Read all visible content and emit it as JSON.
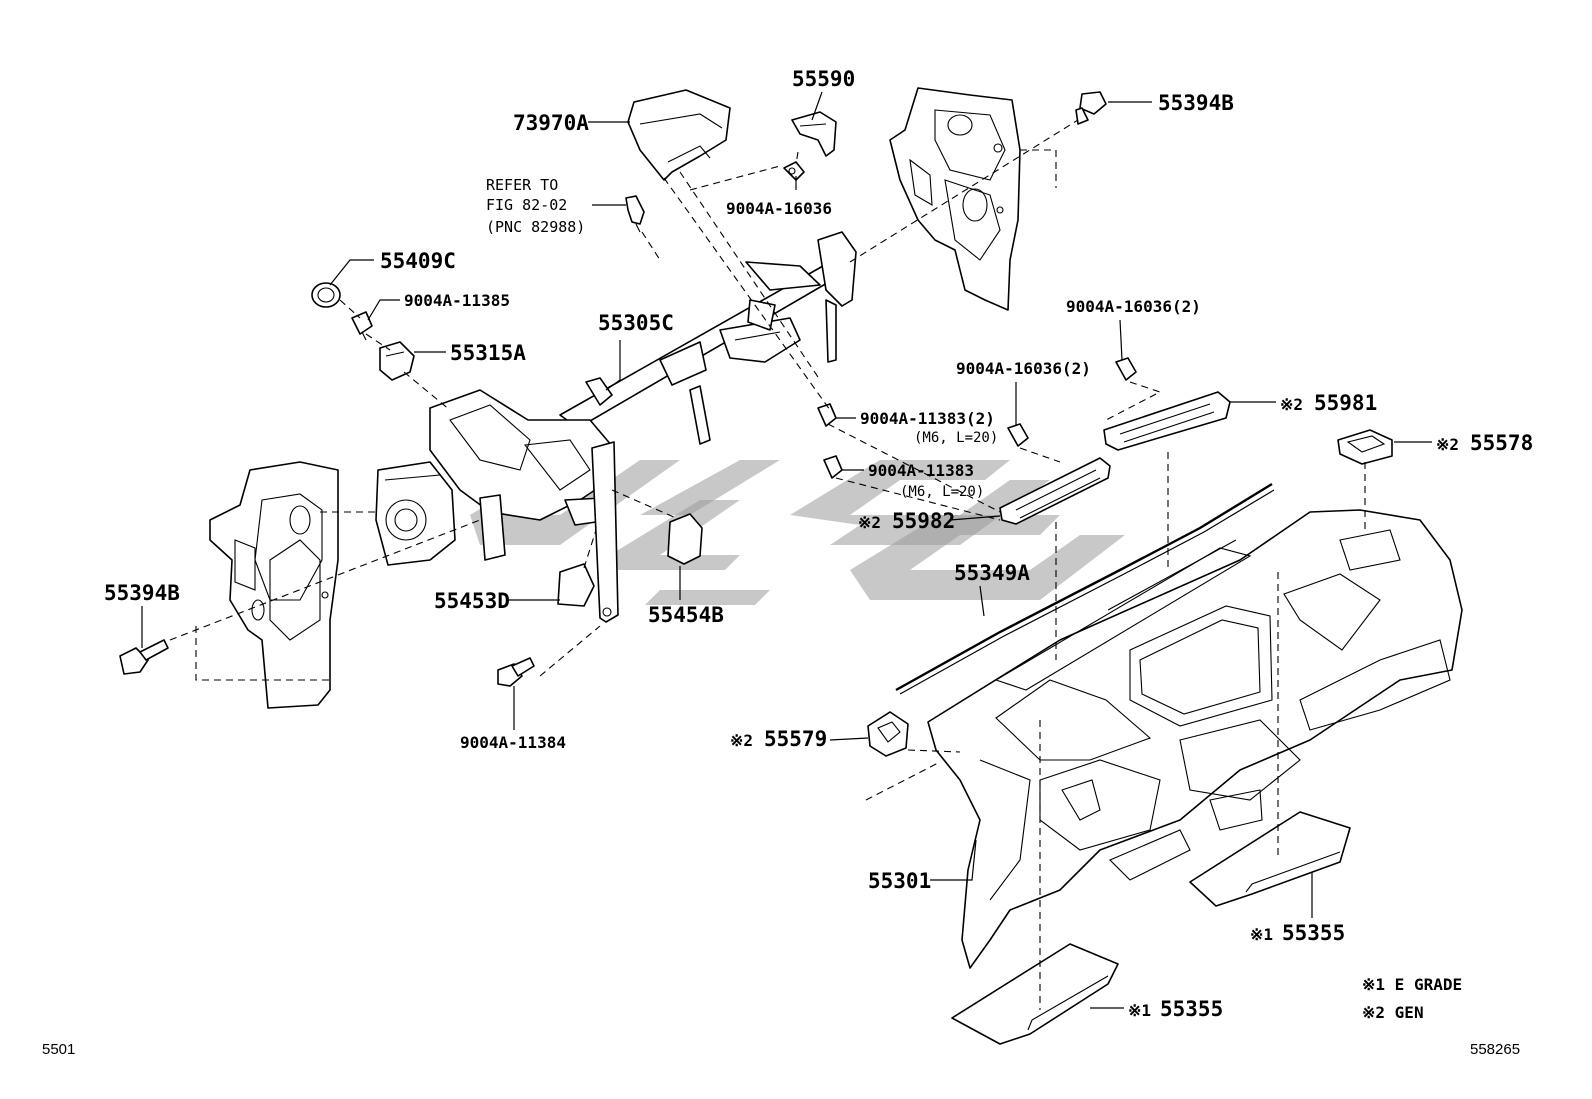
{
  "labels": {
    "p73970A": "73970A",
    "p55590": "55590",
    "p55394B_top": "55394B",
    "refer_line1": "REFER TO",
    "refer_line2": "FIG 82-02",
    "refer_line3": "(PNC 82988)",
    "p9004A_16036_top": "9004A-16036",
    "p55409C": "55409C",
    "p9004A_11385": "9004A-11385",
    "p55305C": "55305C",
    "p55315A": "55315A",
    "p9004A_16036_2a": "9004A-16036(2)",
    "p9004A_16036_2b": "9004A-16036(2)",
    "p55981_mark": "※2",
    "p55981": "55981",
    "p55578_mark": "※2",
    "p55578": "55578",
    "p9004A_11383_2": "9004A-11383(2)",
    "p9004A_11383_2_spec": "(M6, L=20)",
    "p9004A_11383": "9004A-11383",
    "p9004A_11383_spec": "(M6, L=20)",
    "p55982_mark": "※2",
    "p55982": "55982",
    "p55349A": "55349A",
    "p55394B_left": "55394B",
    "p55453D": "55453D",
    "p55454B": "55454B",
    "p9004A_11384": "9004A-11384",
    "p55579_mark": "※2",
    "p55579": "55579",
    "p55301": "55301",
    "p55355_right_mark": "※1",
    "p55355_right": "55355",
    "p55355_bottom_mark": "※1",
    "p55355_bottom": "55355"
  },
  "legend": {
    "line1": "※1 E GRADE",
    "line2": "※2 GEN"
  },
  "corners": {
    "bottom_left": "5501",
    "bottom_right": "558265"
  },
  "colors": {
    "line": "#000000",
    "watermark": "#9a9a9a",
    "background": "#ffffff"
  }
}
